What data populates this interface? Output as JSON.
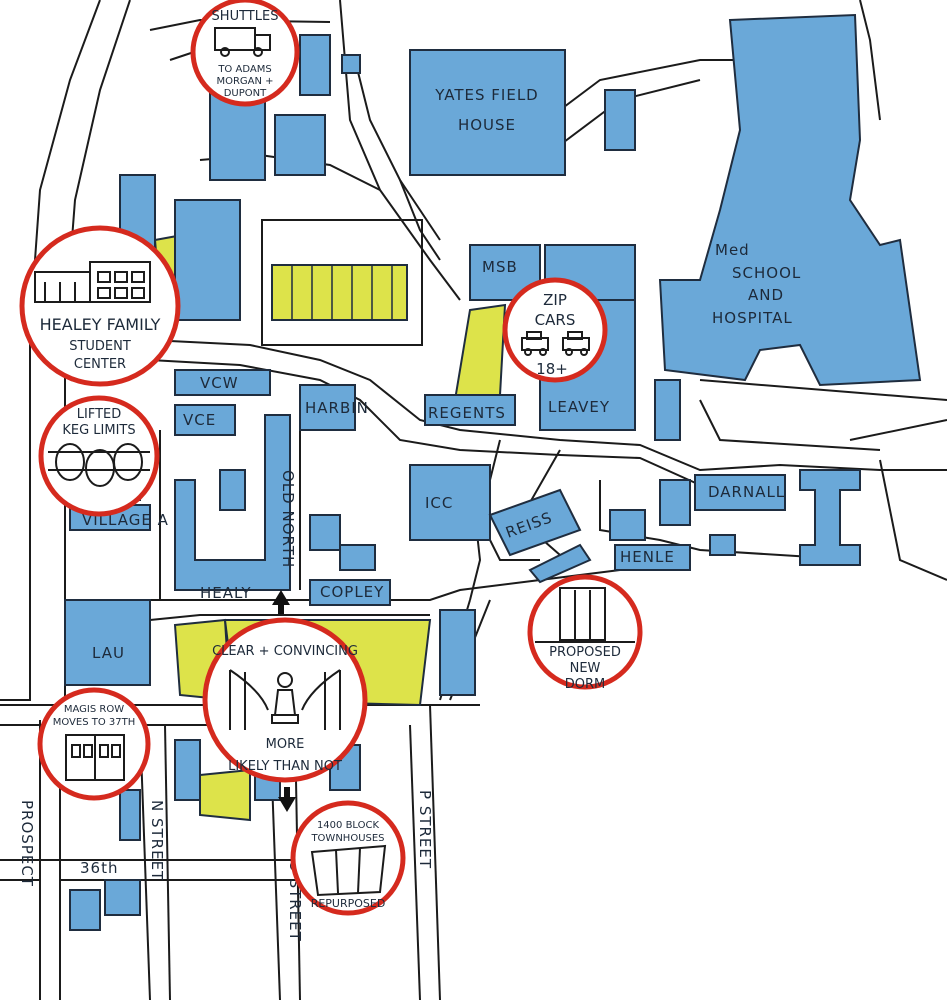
{
  "colors": {
    "building": "#6aa8d8",
    "green": "#dde34a",
    "badge_ring": "#d52a1e",
    "ink": "#1b1b1b"
  },
  "buildings": {
    "yates": [
      "YATES FIELD",
      "HOUSE"
    ],
    "med": [
      "Med",
      "SCHOOL",
      "AND",
      "HOSPITAL"
    ],
    "msb": "MSB",
    "regents": "REGENTS",
    "leavey": "LEAVEY",
    "harbin": "HARBIN",
    "vcw": "VCW",
    "vce": "VCE",
    "old_north": "OLD NORTH",
    "icc": "ICC",
    "reiss": "REISS",
    "darnall": "DARNALL",
    "henle": "HENLE",
    "village_a": "VILLAGE A",
    "healy": "HEALY",
    "copley": "COPLEY",
    "lau": "LAU"
  },
  "streets": {
    "prospect": "PROSPECT",
    "n_street": "N STREET",
    "o_street": "O STREET",
    "p_street": "P STREET",
    "thirty_sixth": "36th"
  },
  "badges": {
    "shuttles": {
      "title": "SHUTTLES",
      "lines": [
        "TO ADAMS",
        "MORGAN +",
        "DUPONT"
      ],
      "icon": "shuttle-bus-icon"
    },
    "healey": {
      "lines": [
        "HEALEY FAMILY",
        "STUDENT",
        "CENTER"
      ],
      "icon": "student-center-building-icon"
    },
    "keg": {
      "lines": [
        "LIFTED",
        "KEG LIMITS"
      ],
      "icon": "kegs-icon"
    },
    "zip": {
      "lines": [
        "ZIP",
        "CARS",
        "18+"
      ],
      "icon": "cars-icon"
    },
    "standard": {
      "top": "CLEAR + CONVINCING",
      "middle": "MORE",
      "bottom": "LIKELY THAN NOT",
      "icon": "statue-gate-icon"
    },
    "dorm": {
      "lines": [
        "PROPOSED",
        "NEW",
        "DORM"
      ],
      "icon": "dorm-building-icon"
    },
    "magis": {
      "lines": [
        "MAGIS ROW",
        "MOVES TO 37TH"
      ],
      "icon": "rowhouse-icon"
    },
    "townhouses": {
      "lines": [
        "1400 BLOCK",
        "TOWNHOUSES",
        "REPURPOSED"
      ],
      "icon": "townhouses-icon"
    }
  }
}
